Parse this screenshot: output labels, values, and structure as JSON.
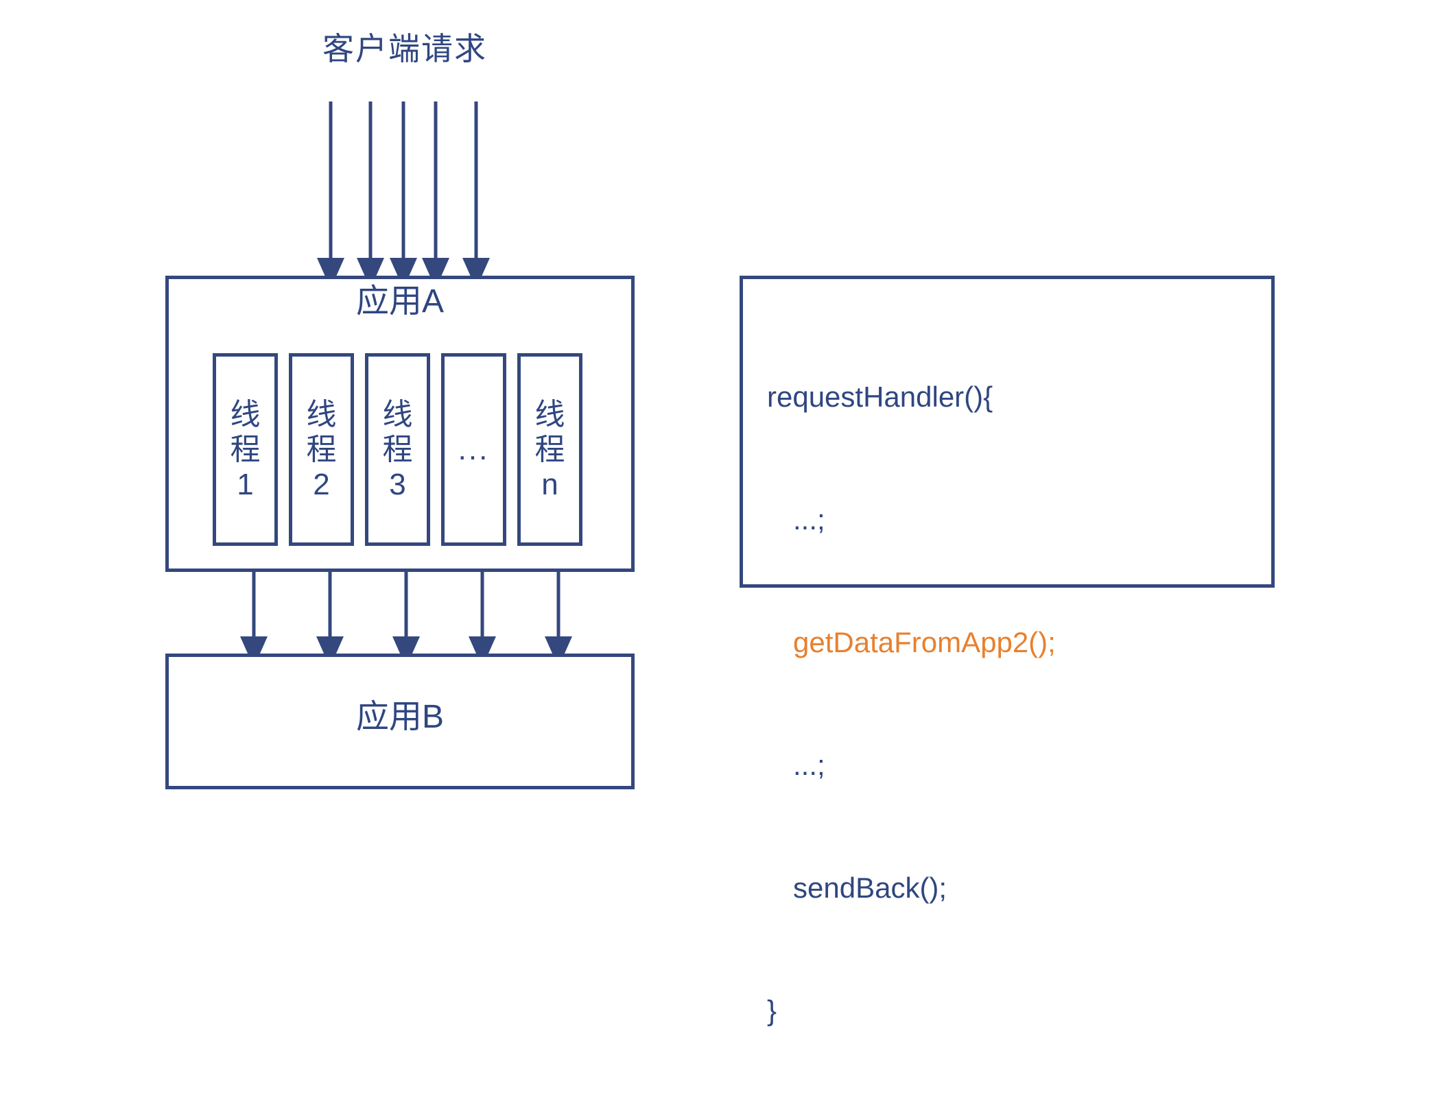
{
  "diagram": {
    "title_label": "客户端请求",
    "colors": {
      "stroke": "#34487E",
      "text": "#2F4680",
      "highlight": "#E8802E",
      "background": "#FFFFFF"
    },
    "app_a": {
      "title": "应用A",
      "threads": [
        {
          "name": "thread-1",
          "label": "线\n程\n1"
        },
        {
          "name": "thread-2",
          "label": "线\n程\n2"
        },
        {
          "name": "thread-3",
          "label": "线\n程\n3"
        },
        {
          "name": "thread-ellipsis",
          "label": "..."
        },
        {
          "name": "thread-n",
          "label": "线\n程\nn"
        }
      ]
    },
    "app_b": {
      "title": "应用B"
    },
    "code_block": {
      "lines": [
        {
          "text": "requestHandler(){",
          "indent": false,
          "highlight": false
        },
        {
          "text": "...;",
          "indent": true,
          "highlight": false
        },
        {
          "text": "getDataFromApp2();",
          "indent": true,
          "highlight": true
        },
        {
          "text": "...;",
          "indent": true,
          "highlight": false
        },
        {
          "text": "sendBack();",
          "indent": true,
          "highlight": false
        },
        {
          "text": "}",
          "indent": false,
          "highlight": false
        }
      ]
    },
    "arrows": {
      "incoming_count": 5,
      "outgoing_count": 5
    }
  }
}
